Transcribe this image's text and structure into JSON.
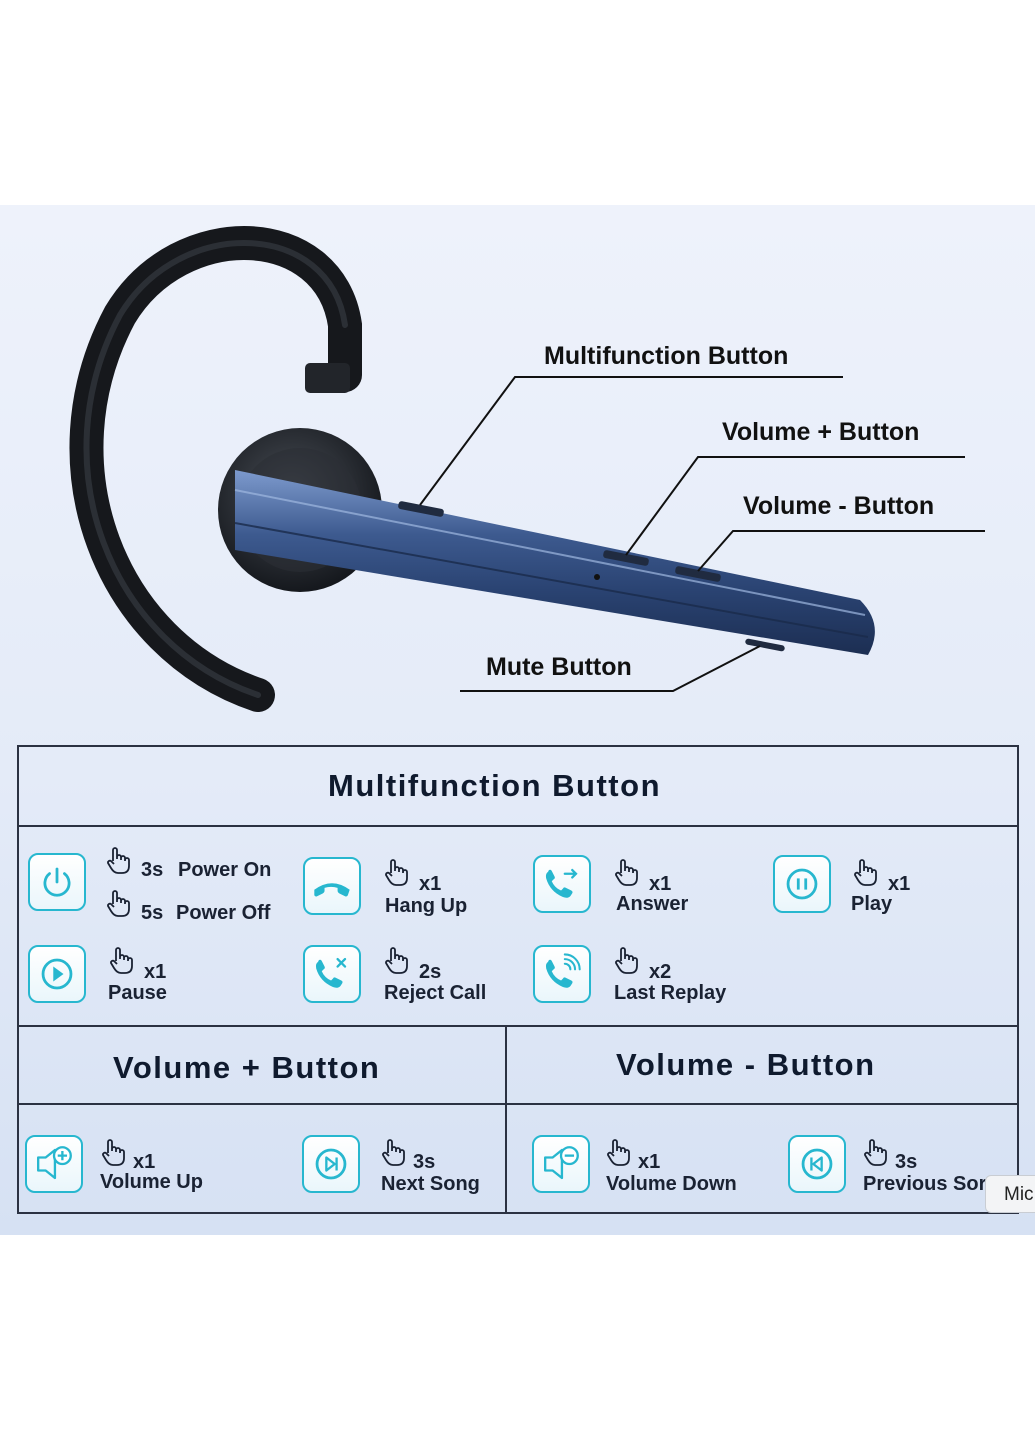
{
  "callouts": {
    "multifunction": "Multifunction Button",
    "volume_plus": "Volume + Button",
    "volume_minus": "Volume - Button",
    "mute": "Mute Button"
  },
  "multifunction": {
    "title": "Multifunction Button",
    "power": {
      "on_count": "3s",
      "on_label": "Power On",
      "off_count": "5s",
      "off_label": "Power Off",
      "icon": "power-icon"
    },
    "items": [
      {
        "count": "x1",
        "label": "Hang Up",
        "icon": "hang-up-icon"
      },
      {
        "count": "x1",
        "label": "Answer",
        "icon": "answer-call-icon"
      },
      {
        "count": "x1",
        "label": "Play",
        "icon": "pause-circle-icon"
      },
      {
        "count": "x1",
        "label": "Pause",
        "icon": "play-circle-icon"
      },
      {
        "count": "2s",
        "label": "Reject Call",
        "icon": "reject-call-icon"
      },
      {
        "count": "x2",
        "label": "Last Replay",
        "icon": "redial-icon"
      }
    ]
  },
  "volume_plus": {
    "title": "Volume + Button",
    "items": [
      {
        "count": "x1",
        "label": "Volume Up",
        "icon": "volume-up-icon"
      },
      {
        "count": "3s",
        "label": "Next Song",
        "icon": "next-song-icon"
      }
    ]
  },
  "volume_minus": {
    "title": "Volume - Button",
    "items": [
      {
        "count": "x1",
        "label": "Volume Down",
        "icon": "volume-down-icon"
      },
      {
        "count": "3s",
        "label": "Previous Sor",
        "icon": "previous-song-icon"
      }
    ]
  },
  "overlay": {
    "mic_label": "Mic"
  },
  "colors": {
    "accent": "#27b7cf",
    "headset_body": "#34507e",
    "text": "#141b2a"
  }
}
